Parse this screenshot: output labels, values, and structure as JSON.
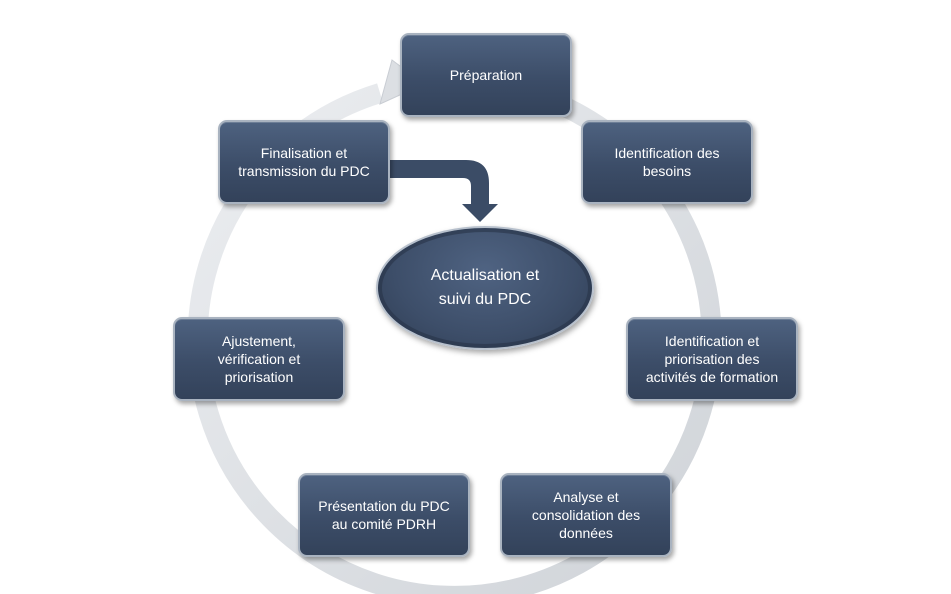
{
  "steps": [
    {
      "id": "preparation",
      "label": "Préparation"
    },
    {
      "id": "identification-besoins",
      "label": "Identification des\nbesoins"
    },
    {
      "id": "identification-priorisation",
      "label": "Identification et\npriorisation des\nactivités de formation"
    },
    {
      "id": "analyse-consolidation",
      "label": "Analyse et\nconsolidation des\ndonnées"
    },
    {
      "id": "presentation-comite",
      "label": "Présentation du PDC\nau comité PDRH"
    },
    {
      "id": "ajustement",
      "label": "Ajustement,\nvérification et\npriorisation"
    },
    {
      "id": "finalisation",
      "label": "Finalisation et\ntransmission du PDC"
    }
  ],
  "center": {
    "label": "Actualisation et\nsuivi du PDC"
  },
  "colors": {
    "box_fill": "#3c4d68",
    "box_border": "#a9b3c0",
    "cycle_arrow": "#dcdfe3",
    "pointer_arrow": "#3b4c66",
    "text": "#ffffff"
  },
  "icons": {
    "cycle": "circular-arrow-icon",
    "pointer": "bent-down-arrow-icon"
  }
}
